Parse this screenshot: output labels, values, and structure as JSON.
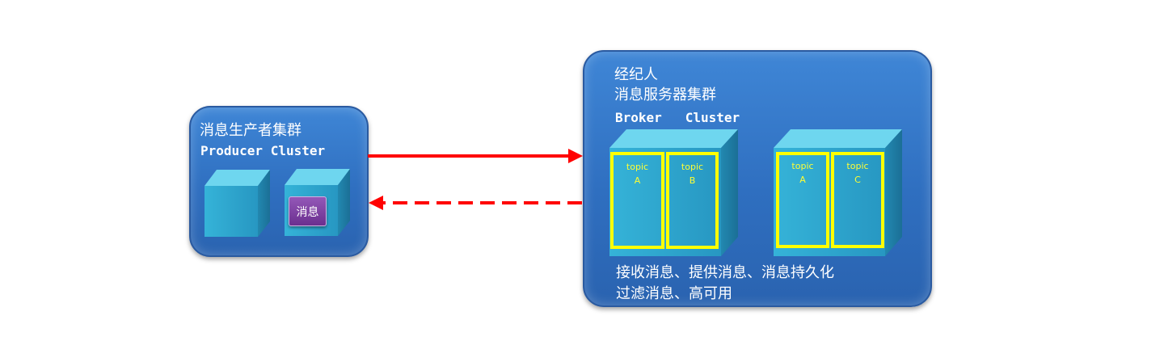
{
  "producer": {
    "title_cn": "消息生产者集群",
    "title_en": "Producer Cluster",
    "message_label": "消息"
  },
  "broker": {
    "title_line1": "经纪人",
    "title_line2": "消息服务器集群",
    "title_en": "Broker   Cluster",
    "desc_line1": "接收消息、提供消息、消息持久化",
    "desc_line2": "过滤消息、高可用",
    "topics": [
      {
        "l1": "topic",
        "l2": "A"
      },
      {
        "l1": "topic",
        "l2": "B"
      },
      {
        "l1": "topic",
        "l2": "A"
      },
      {
        "l1": "topic",
        "l2": "C"
      }
    ]
  },
  "colors": {
    "panel": "#3477c8",
    "cube_front": "#2ea8cf",
    "cube_top": "#6ed6ef",
    "topic_border": "#ffff00",
    "arrow": "#ff0000",
    "message_box": "#7b3fa0"
  }
}
